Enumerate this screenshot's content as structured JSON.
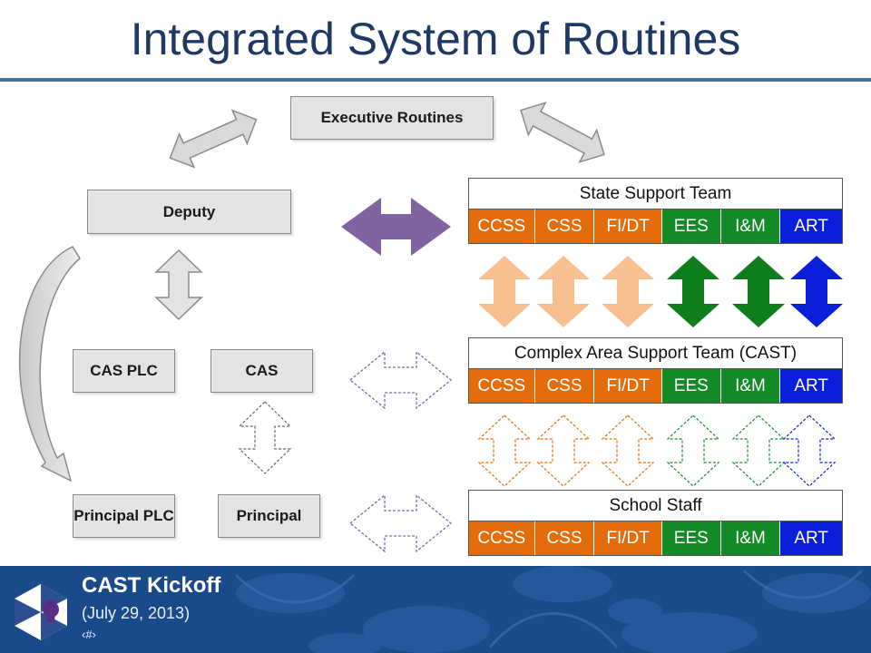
{
  "title": "Integrated System of Routines",
  "boxes": {
    "executive": "Executive Routines",
    "deputy": "Deputy",
    "cas_plc": "CAS PLC",
    "cas": "CAS",
    "principal_plc": "Principal PLC",
    "principal": "Principal"
  },
  "teams": [
    {
      "title": "State Support Team",
      "items": [
        "CCSS",
        "CSS",
        "FI/DT",
        "EES",
        "I&M",
        "ART"
      ]
    },
    {
      "title": "Complex Area Support Team (CAST)",
      "items": [
        "CCSS",
        "CSS",
        "FI/DT",
        "EES",
        "I&M",
        "ART"
      ]
    },
    {
      "title": "School Staff",
      "items": [
        "CCSS",
        "CSS",
        "FI/DT",
        "EES",
        "I&M",
        "ART"
      ]
    }
  ],
  "colors": {
    "orange": "#e46c0a",
    "green": "#138b27",
    "blue": "#0a1fd9",
    "peach": "#f8bf91",
    "purple": "#8064a2",
    "dark_green": "#0e7d1c",
    "title_text": "#1f3864",
    "footer_bg": "#1a4a8a"
  },
  "footer": {
    "title": "CAST Kickoff",
    "date": "(July 29, 2013)",
    "slide_number": "‹#›"
  }
}
